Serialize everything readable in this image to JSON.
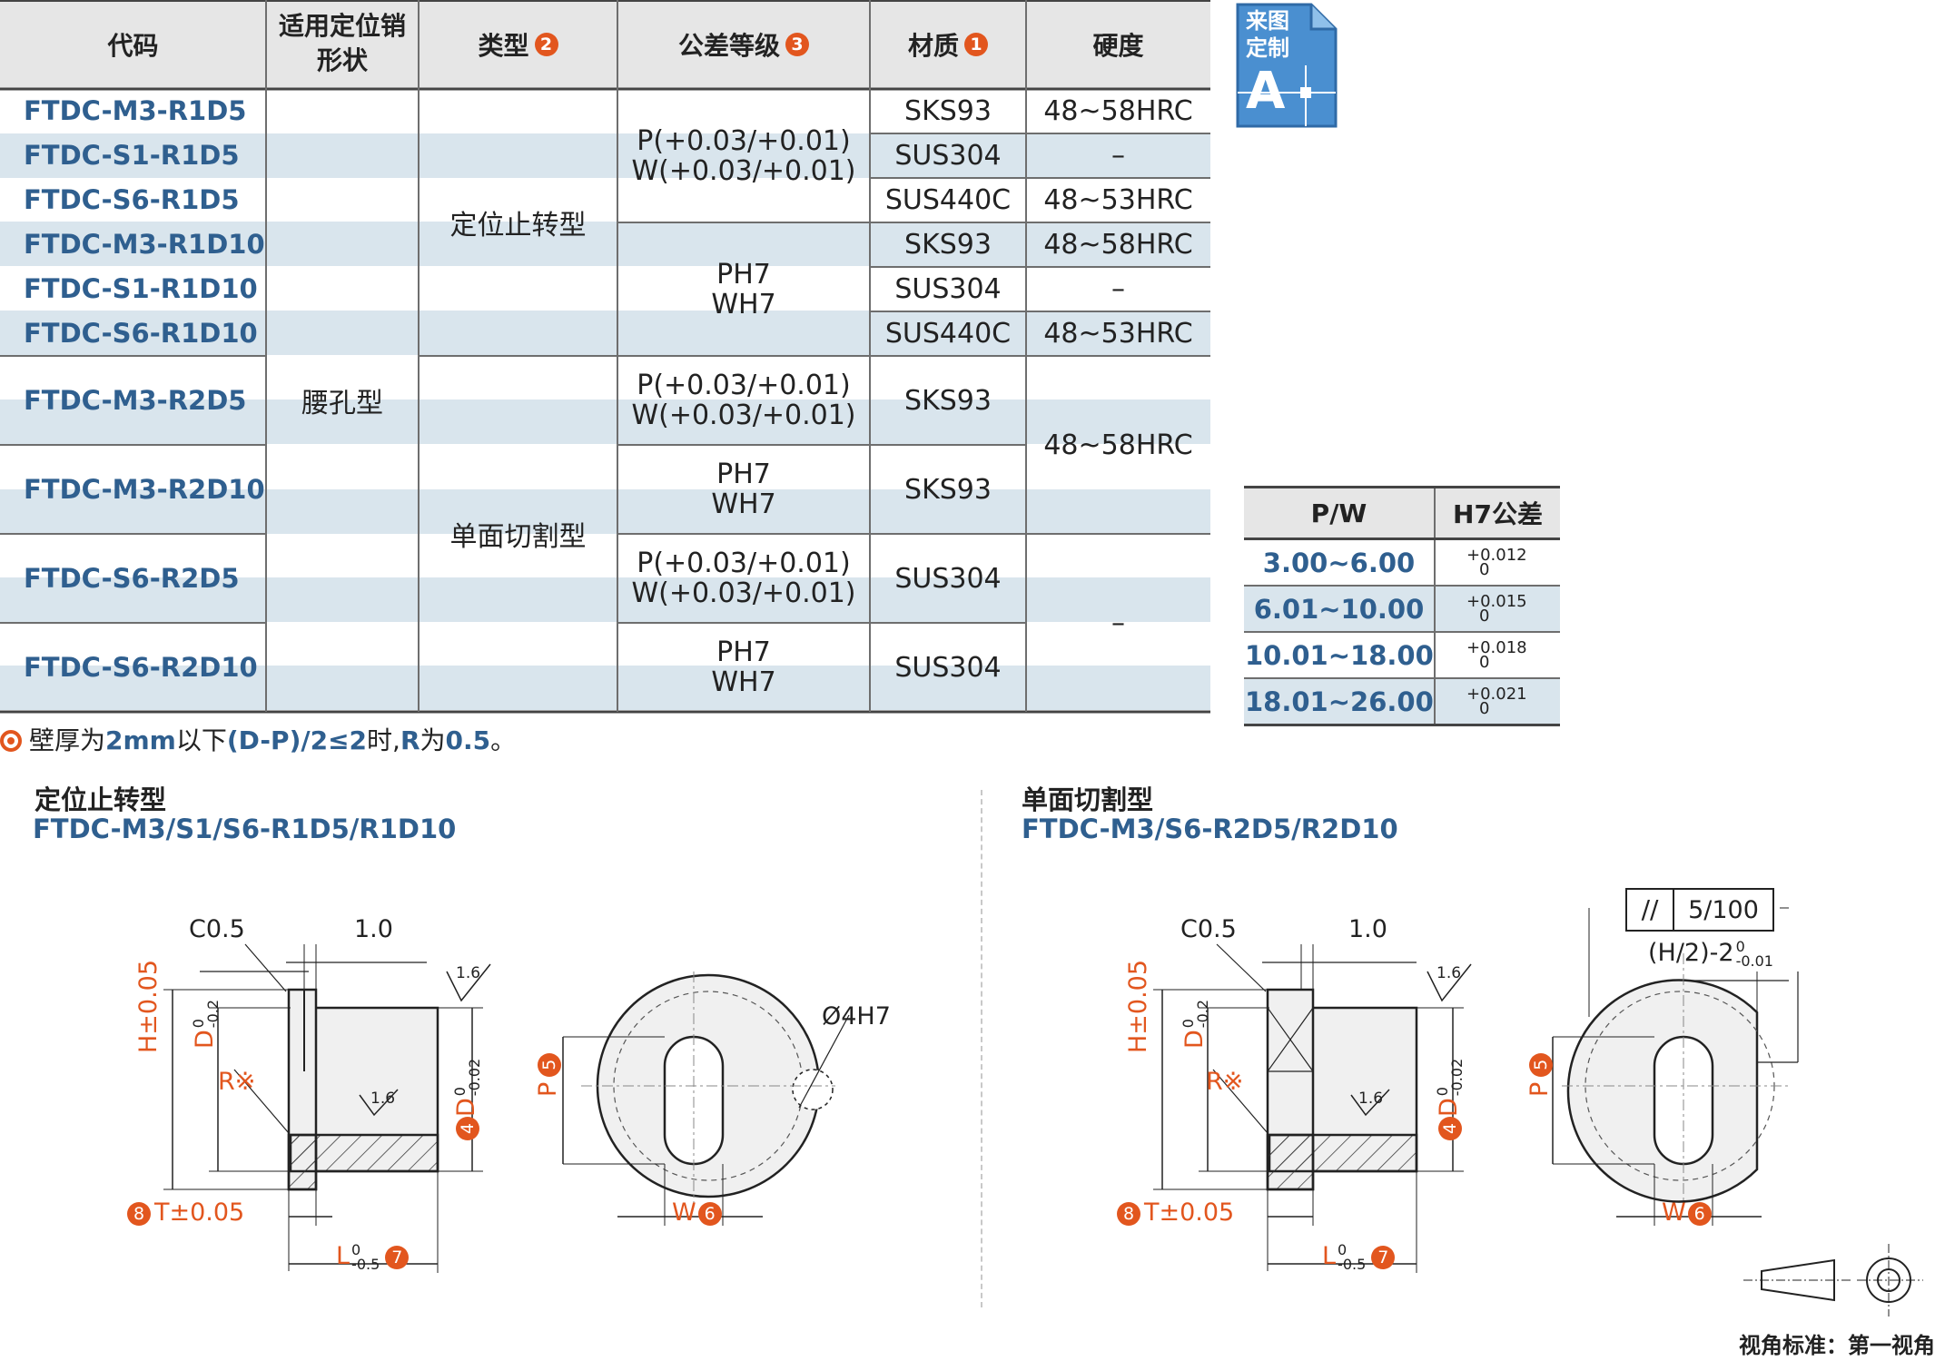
{
  "table": {
    "headers": {
      "code": "代码",
      "pin_shape_l1": "适用定位销",
      "pin_shape_l2": "形状",
      "type": "类型",
      "type_num": "2",
      "tolerance": "公差等级",
      "tolerance_num": "3",
      "material": "材质",
      "material_num": "1",
      "hardness": "硬度"
    },
    "codes": [
      "FTDC-M3-R1D5",
      "FTDC-S1-R1D5",
      "FTDC-S6-R1D5",
      "FTDC-M3-R1D10",
      "FTDC-S1-R1D10",
      "FTDC-S6-R1D10",
      "FTDC-M3-R2D5",
      "FTDC-M3-R2D10",
      "FTDC-S6-R2D5",
      "FTDC-S6-R2D10"
    ],
    "pin_shape": "腰孔型",
    "type_a": "定位止转型",
    "type_b": "单面切割型",
    "tol_p": "P(+0.03/+0.01)",
    "tol_w": "W(+0.03/+0.01)",
    "tol_ph": "PH7",
    "tol_wh": "WH7",
    "materials": [
      "SKS93",
      "SUS304",
      "SUS440C",
      "SKS93",
      "SUS304",
      "SUS440C",
      "SKS93",
      "SKS93",
      "SUS304",
      "SUS304"
    ],
    "hardness": [
      "48~58HRC",
      "–",
      "48~53HRC",
      "48~58HRC",
      "–",
      "48~53HRC",
      "48~58HRC",
      "–"
    ]
  },
  "badge": {
    "line1": "来图",
    "line2": "定制",
    "letter": "A"
  },
  "tolerance_table": {
    "headers": {
      "pw": "P/W",
      "h7": "H7公差"
    },
    "rows": [
      {
        "range": "3.00~6.00",
        "upper": "+0.012",
        "lower": "0"
      },
      {
        "range": "6.01~10.00",
        "upper": "+0.015",
        "lower": "0"
      },
      {
        "range": "10.01~18.00",
        "upper": "+0.018",
        "lower": "0"
      },
      {
        "range": "18.01~26.00",
        "upper": "+0.021",
        "lower": "0"
      }
    ]
  },
  "note": {
    "p1": "壁厚为",
    "v1": "2mm",
    "p2": "以下",
    "v2": "(D-P)/2≤2",
    "p3": "时,",
    "v3": "R",
    "p4": "为",
    "v4": "0.5",
    "p5": "。"
  },
  "section_left": {
    "title": "定位止转型",
    "codes": "FTDC-M3/S1/S6-R1D5/R1D10"
  },
  "section_right": {
    "title": "单面切割型",
    "codes": "FTDC-M3/S6-R2D5/R2D10"
  },
  "dims": {
    "c05": "C0.5",
    "len10": "1.0",
    "rough": "1.6",
    "h": "H±0.05",
    "d": "D",
    "d_up": "0",
    "d_lo": "-0.2",
    "r": "R※",
    "d2": "D",
    "d2_up": "0",
    "d2_lo": "-0.02",
    "num4": "4",
    "t": "T±0.05",
    "num8": "8",
    "l": "L",
    "l_up": "0",
    "l_lo": "-0.5",
    "num7": "7",
    "p": "P",
    "num5": "5",
    "w": "W",
    "num6": "6",
    "hole": "Ø4H7",
    "parallel": "5/100",
    "halfh": "(H/2)-2",
    "halfh_up": "0",
    "halfh_lo": "-0.01"
  },
  "footer": "视角标准：第一视角"
}
